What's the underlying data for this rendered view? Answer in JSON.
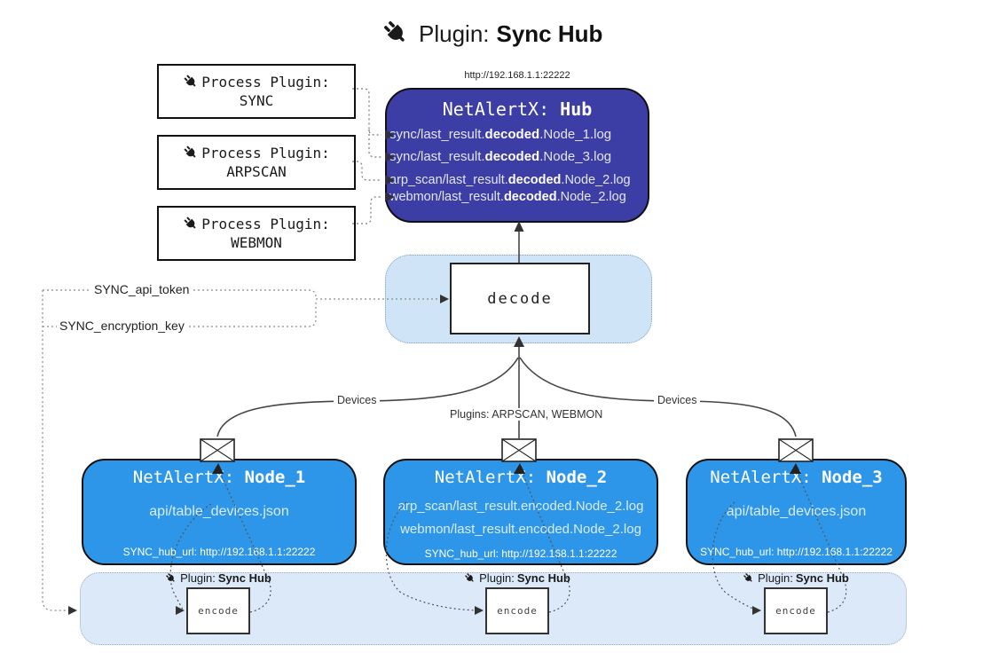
{
  "title": {
    "prefix": "Plugin:",
    "name": "Sync Hub"
  },
  "hub": {
    "url": "http://192.168.1.1:22222",
    "title_prefix": "NetAlertX:",
    "title_name": "Hub",
    "logs": [
      {
        "pre": "sync/last_result.",
        "bold": "decoded",
        "post": ".Node_1.log"
      },
      {
        "pre": "sync/last_result.",
        "bold": "decoded",
        "post": ".Node_3.log"
      },
      {
        "pre": "arp_scan/last_result.",
        "bold": "decoded",
        "post": ".Node_2.log"
      },
      {
        "pre": "webmon/last_result.",
        "bold": "decoded",
        "post": ".Node_2.log"
      }
    ]
  },
  "process_plugins": [
    {
      "label": "Process Plugin:",
      "name": "SYNC"
    },
    {
      "label": "Process Plugin:",
      "name": "ARPSCAN"
    },
    {
      "label": "Process Plugin:",
      "name": "WEBMON"
    }
  ],
  "settings": {
    "api_token": "SYNC_api_token",
    "encryption_key": "SYNC_encryption_key"
  },
  "decode": {
    "label": "decode"
  },
  "edges": {
    "devices_left": "Devices",
    "devices_right": "Devices",
    "plugins_center": "Plugins: ARPSCAN, WEBMON"
  },
  "nodes": [
    {
      "title_prefix": "NetAlertX:",
      "title_name": "Node_1",
      "files": [
        "api/table_devices.json"
      ],
      "hub_url": "SYNC_hub_url: http://192.168.1.1:22222"
    },
    {
      "title_prefix": "NetAlertX:",
      "title_name": "Node_2",
      "files": [
        "arp_scan/last_result.encoded.Node_2.log",
        "webmon/last_result.encoded.Node_2.log"
      ],
      "hub_url": "SYNC_hub_url: http://192.168.1.1:22222"
    },
    {
      "title_prefix": "NetAlertX:",
      "title_name": "Node_3",
      "files": [
        "api/table_devices.json"
      ],
      "hub_url": "SYNC_hub_url: http://192.168.1.1:22222"
    }
  ],
  "encoders": [
    {
      "plugin_prefix": "Plugin:",
      "plugin_name": "Sync Hub",
      "label": "encode"
    },
    {
      "plugin_prefix": "Plugin:",
      "plugin_name": "Sync Hub",
      "label": "encode"
    },
    {
      "plugin_prefix": "Plugin:",
      "plugin_name": "Sync Hub",
      "label": "encode"
    }
  ],
  "colors": {
    "hub_bg": "#3d3da6",
    "node_bg": "#2e96e9",
    "decode_panel_bg": "#cfe4f7",
    "strip_bg": "#dbe9f8"
  }
}
